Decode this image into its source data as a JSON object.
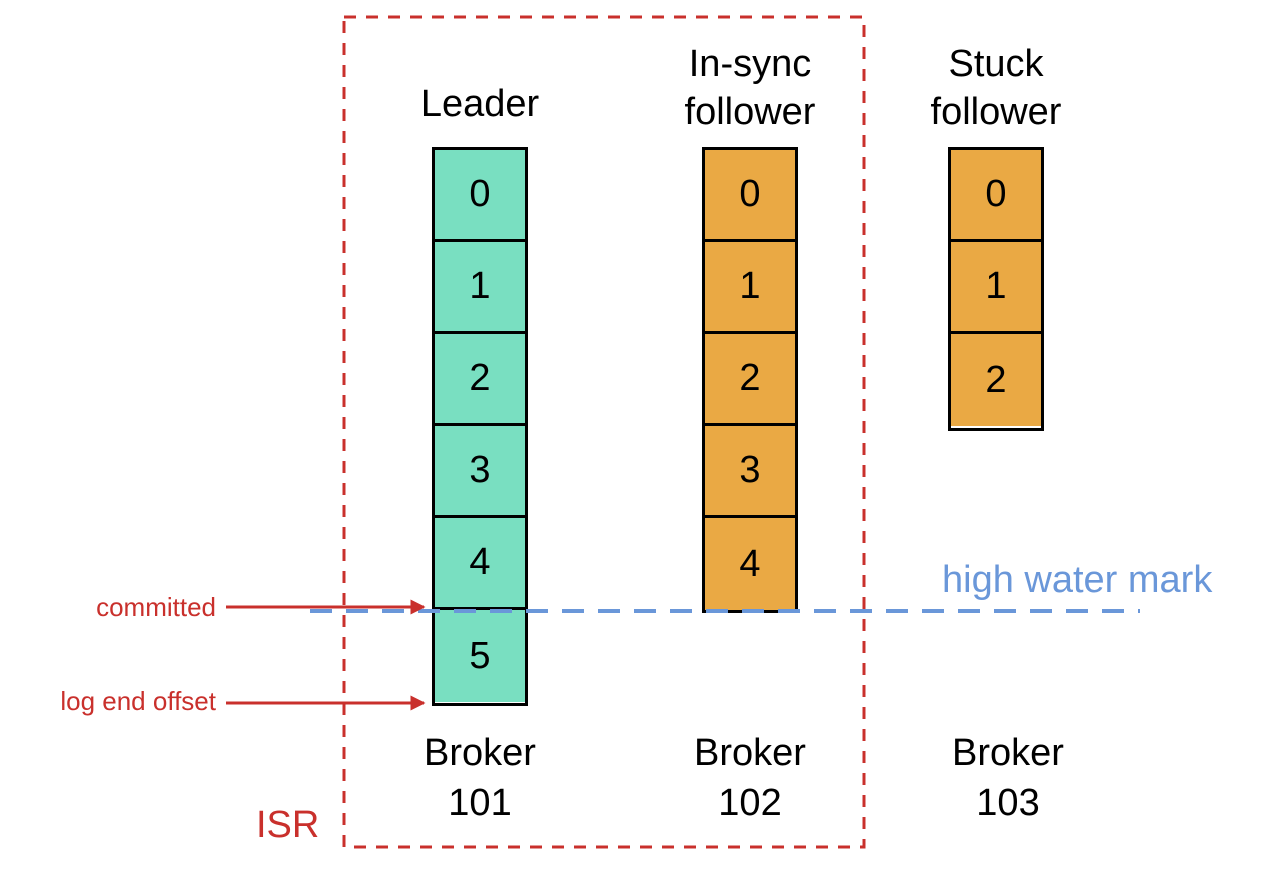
{
  "isr_label": "ISR",
  "high_water_mark_label": "high water mark",
  "committed_label": "committed",
  "log_end_offset_label": "log end offset",
  "colors": {
    "leader_cell": "#79dfc1",
    "follower_cell": "#eaa944",
    "isr_border": "#c9302c",
    "annotation": "#c9302c",
    "high_water_mark": "#6a97d9"
  },
  "replicas": [
    {
      "role_lines": [
        "Leader"
      ],
      "broker_lines": [
        "Broker",
        "101"
      ],
      "offsets": [
        "0",
        "1",
        "2",
        "3",
        "4",
        "5"
      ]
    },
    {
      "role_lines": [
        "In-sync",
        "follower"
      ],
      "broker_lines": [
        "Broker",
        "102"
      ],
      "offsets": [
        "0",
        "1",
        "2",
        "3",
        "4"
      ]
    },
    {
      "role_lines": [
        "Stuck",
        "follower"
      ],
      "broker_lines": [
        "Broker",
        "103"
      ],
      "offsets": [
        "0",
        "1",
        "2"
      ]
    }
  ]
}
